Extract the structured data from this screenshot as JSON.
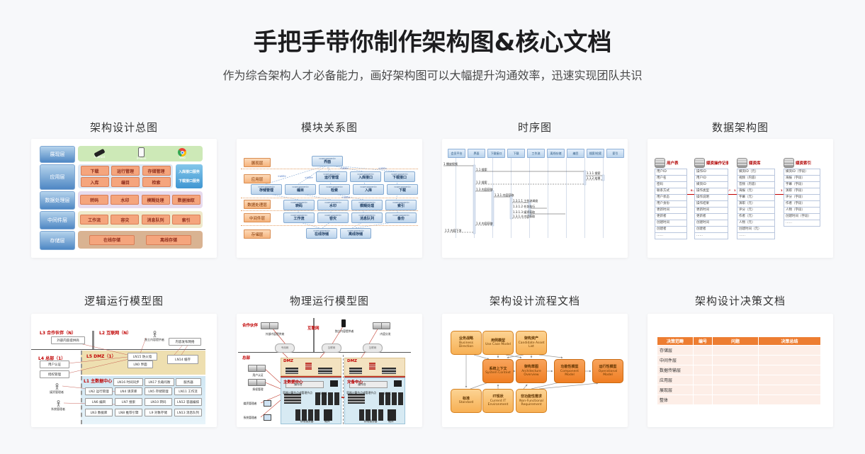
{
  "header": {
    "title": "手把手带你制作架构图&核心文档",
    "subtitle": "作为综合架构人才必备能力，画好架构图可以大幅提升沟通效率，迅速实现团队共识"
  },
  "palette": {
    "page_bg": "#f7f8fa",
    "card_bg": "#ffffff",
    "title_color": "#1d1d1f",
    "subtitle_color": "#4a4a4a",
    "accent_orange": "#ed7d31",
    "salmon_box": "#f5a57d",
    "layer_blue": "#4e87c4",
    "component_blue": "#bcd4ec",
    "red_accent": "#c00000",
    "green_band": "#cde9b7",
    "app_band": "#dbe6f2",
    "purple_band": "#e7dbee",
    "yellow_band": "#efe9cb",
    "brown_band": "#d9b392",
    "dmz_beige": "#eedfb0",
    "dc_blue": "#d7eaf3",
    "process_light": "#f7b054",
    "process_dark": "#ef7d22",
    "table_row_pink": "#fdeee7"
  },
  "icons": {
    "android": "android-phone-icon",
    "iphone": "iphone-icon",
    "web": "chrome-browser-icon",
    "database": "database-cylinder-icon",
    "actor": "person-actor-icon",
    "cloud": "network-cloud-icon",
    "server": "server-icon",
    "rack": "server-rack-icon",
    "monitor": "workstation-icon",
    "firewall": "firewall-brick-icon"
  },
  "cards": {
    "overview": {
      "label": "架构设计总图",
      "layers": [
        "展现层",
        "应用层",
        "数据处理层",
        "中间件层",
        "存储层"
      ],
      "clients": [
        "Android",
        "iPhone",
        "Web"
      ],
      "app_row1": [
        "下载",
        "运行管理",
        "存储管理"
      ],
      "app_row2": [
        "入库",
        "编目",
        "检索"
      ],
      "app_services": [
        "入库接口服务",
        "下载接口服务"
      ],
      "data_boxes": [
        "转码",
        "水印",
        "模糊处理",
        "数据抽取"
      ],
      "middleware_boxes": [
        "工作流",
        "容灾",
        "消息队列",
        "索引"
      ],
      "storage_boxes": [
        "在线存储",
        "离线存储"
      ]
    },
    "modules": {
      "label": "模块关系图",
      "stereotype": "«component»",
      "layer_tags": [
        "展现层",
        "应用层",
        "数据处理层",
        "中间件层",
        "存储层"
      ],
      "rows_r1": [
        "界面"
      ],
      "rows_r2": [
        "运行管理",
        "入库接口",
        "下载接口"
      ],
      "rows_r3": [
        "存储管理",
        "编目",
        "检索",
        "入库",
        "下载"
      ],
      "rows_r4": [
        "转码",
        "水印",
        "模糊处理",
        "索引"
      ],
      "rows_r5": [
        "工作流",
        "容灾",
        "消息队列",
        "备份"
      ],
      "rows_r6": [
        "在线存储",
        "离线存储"
      ],
      "use_labels": [
        "«use»",
        "«use»",
        "«use»",
        "«use»",
        "«use»"
      ]
    },
    "sequence": {
      "label": "时序图",
      "lifelines": [
        "会员平台",
        "界面",
        "下载接口",
        "下载",
        "工作流",
        "离线存储",
        "编目",
        "搜索/检索",
        "索引"
      ],
      "messages": [
        "1 播放视频",
        "1.1 搜索",
        "1.1.1 搜索",
        "1.1.2 结果",
        "1.2 搜索",
        "1.3 内容获取",
        "1.3.1 内容获取",
        "1.3.1.1 工作流调度",
        "1.3.1.2 任务执行",
        "1.3.1.3 媒资获取",
        "1.3.1.4 内容获取",
        "1.4 内容获取",
        "1.5 内容下发"
      ]
    },
    "data_arch": {
      "label": "数据架构图",
      "cardinalities": [
        "1",
        "0..*",
        "0..*",
        "1",
        "1",
        "1"
      ],
      "tables": [
        {
          "title": "用户表",
          "fields": [
            "用户ID",
            "用户名",
            "密码",
            "联系方式",
            "用户状态",
            "用户身份",
            "更新时间",
            "更新者",
            "创建时间",
            "创建者",
            "……"
          ]
        },
        {
          "title": "媒资操作记录表",
          "fields": [
            "操作ID",
            "用户ID",
            "媒资ID",
            "操作类型",
            "操作说明",
            "操作结果",
            "更新时间",
            "更新者",
            "创建时间",
            "创建者",
            "……"
          ]
        },
        {
          "title": "媒资库",
          "fields": [
            "媒资ID（元）",
            "视频（内容）",
            "音频（内容）",
            "海报（元）",
            "字幕（元）",
            "演职（元）",
            "评分（元）",
            "作者（元）",
            "人物（元）",
            "创建时间（元）",
            "……"
          ]
        },
        {
          "title": "媒资索引",
          "fields": [
            "媒资ID（字段）",
            "海报（字段）",
            "字幕（字段）",
            "演职（字段）",
            "评分（字段）",
            "作者（字段）",
            "人物（字段）",
            "创建时间（字段）",
            "……"
          ]
        }
      ]
    },
    "logical": {
      "label": "逻辑运行模型图",
      "zones": [
        "L3 合作伙伴（N）",
        "L2 互联网（N）",
        "L4 总部（1）",
        "L5 DMZ（1）",
        "L1 主数据中心（1）"
      ],
      "boxes": [
        "外部内容提供商",
        "内容发布网络",
        "用户认证",
        "授权管理",
        "LN15 防火墙",
        "LN0 界面",
        "LN14 缓存"
      ],
      "dc_row0": [
        "LN16 时间同步",
        "LN17 负载均衡",
        "服务器"
      ],
      "dc_grid": [
        "LN2 运行管理",
        "LN4 请求库",
        "LN5 存储管理",
        "LN11 工作流",
        "LN6 编目",
        "LN7 搜索",
        "LN10 转码",
        "LN12 容器编排",
        "LN3 数据库",
        "LN8 推荐引擎",
        "L9 对象存储",
        "LN13 消息队列"
      ],
      "actors": [
        "独立内容提供者",
        "媒资管理者",
        "系统管理者"
      ]
    },
    "physical": {
      "label": "物理运行模型图",
      "zones": [
        "合作伙伴",
        "互联网",
        "总部",
        "DMZ",
        "DMZ",
        "主数据中心",
        "灾备中心"
      ],
      "clouds": [
        "专用网",
        "互联网",
        "互联网"
      ],
      "devices": [
        "外部内容提供商",
        "独立内容提供者",
        "内容分发",
        "用户认证",
        "授权管理",
        "媒资管理者",
        "系统管理者",
        "操作台",
        "操作台",
        "容器计算节点或管理节点",
        "小型机",
        "容器计算节点或管理节点",
        "小型机",
        "存储服务器",
        "磁库",
        "存储服务器",
        "磁库"
      ]
    },
    "process": {
      "label": "架构设计流程文档",
      "nodes": [
        {
          "zh": "业务战略",
          "en": "Business Direction"
        },
        {
          "zh": "用例模型",
          "en": "Use Case Model"
        },
        {
          "zh": "架构资产",
          "en": "Candidate Asset List"
        },
        {
          "zh": "标准",
          "en": "Standard"
        },
        {
          "zh": "IT现状",
          "en": "Current IT Environment"
        },
        {
          "zh": "非功能性需求",
          "en": "Non-Functional Requirement"
        },
        {
          "zh": "系统上下文",
          "en": "System Context"
        },
        {
          "zh": "架构草图",
          "en": "Architecture Overview"
        },
        {
          "zh": "功能性模型",
          "en": "Component Model"
        },
        {
          "zh": "运行性模型",
          "en": "Operational Model"
        }
      ]
    },
    "decision": {
      "label": "架构设计决策文档",
      "headers": [
        "决策范畴",
        "编号",
        "问题",
        "决策总结"
      ],
      "rows": [
        "存储层",
        "中间件层",
        "数据传输层",
        "应用层",
        "展现层",
        "整体"
      ]
    }
  }
}
